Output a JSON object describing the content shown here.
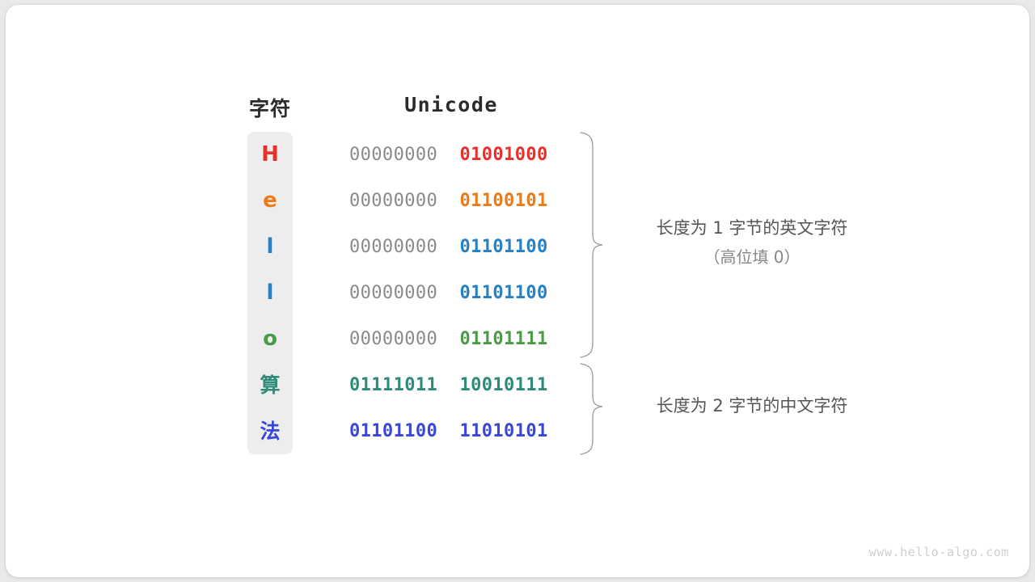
{
  "figure": {
    "watermark": "www.hello-algo.com",
    "headers": {
      "character": "字符",
      "unicode": "Unicode"
    },
    "rows": [
      {
        "char": "H",
        "char_color": "#e8302a",
        "high_byte": "00000000",
        "low_byte": "01001000",
        "low_color": "#e8302a",
        "high_gray": true,
        "cjk": false
      },
      {
        "char": "e",
        "char_color": "#ec7a17",
        "high_byte": "00000000",
        "low_byte": "01100101",
        "low_color": "#ec7a17",
        "high_gray": true,
        "cjk": false
      },
      {
        "char": "l",
        "char_color": "#2680c2",
        "high_byte": "00000000",
        "low_byte": "01101100",
        "low_color": "#2680c2",
        "high_gray": true,
        "cjk": false
      },
      {
        "char": "l",
        "char_color": "#2680c2",
        "high_byte": "00000000",
        "low_byte": "01101100",
        "low_color": "#2680c2",
        "high_gray": true,
        "cjk": false
      },
      {
        "char": "o",
        "char_color": "#4a9b47",
        "high_byte": "00000000",
        "low_byte": "01101111",
        "low_color": "#4a9b47",
        "high_gray": true,
        "cjk": false
      },
      {
        "char": "算",
        "char_color": "#2e8b7a",
        "high_byte": "01111011",
        "low_byte": "10010111",
        "low_color": "#2e8b7a",
        "high_gray": false,
        "cjk": true
      },
      {
        "char": "法",
        "char_color": "#3a46d8",
        "high_byte": "01101100",
        "low_byte": "11010101",
        "low_color": "#3a46d8",
        "high_gray": false,
        "cjk": true
      }
    ],
    "annotations": [
      {
        "line1": "长度为 1 字节的英文字符",
        "line2": "（高位填 0）"
      },
      {
        "line1": "长度为 2 字节的中文字符",
        "line2": ""
      }
    ],
    "colors": {
      "panel_background": "#ededed",
      "card_background": "#ffffff",
      "page_background": "#e9e9e9",
      "gray_bits": "#8a8a8a",
      "annotation_text": "#555555",
      "brace_stroke": "#9a9a9a",
      "watermark": "#cfcfcf"
    }
  }
}
